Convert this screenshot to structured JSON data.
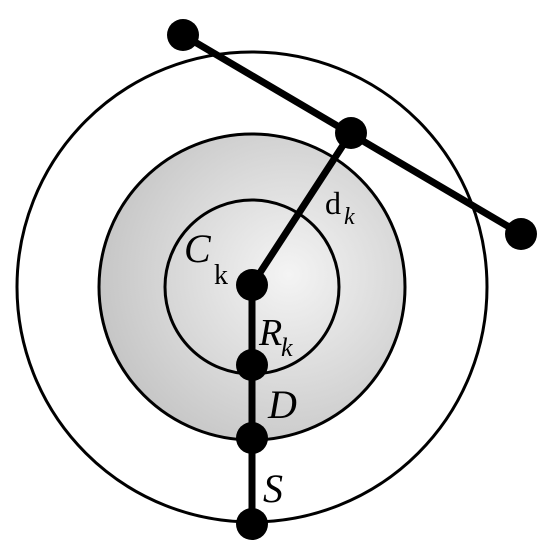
{
  "diagram": {
    "labels": {
      "center_main": "C",
      "center_sub": "k",
      "distance_main": "d",
      "distance_sub": "k",
      "radius_main": "R",
      "radius_sub": "k",
      "band_d": "D",
      "band_s": "S"
    },
    "colors": {
      "stroke": "#000000",
      "ring_fill_outer": "#d0d0d0",
      "ring_fill_inner": "#f2f2f2",
      "background": "#ffffff"
    }
  }
}
